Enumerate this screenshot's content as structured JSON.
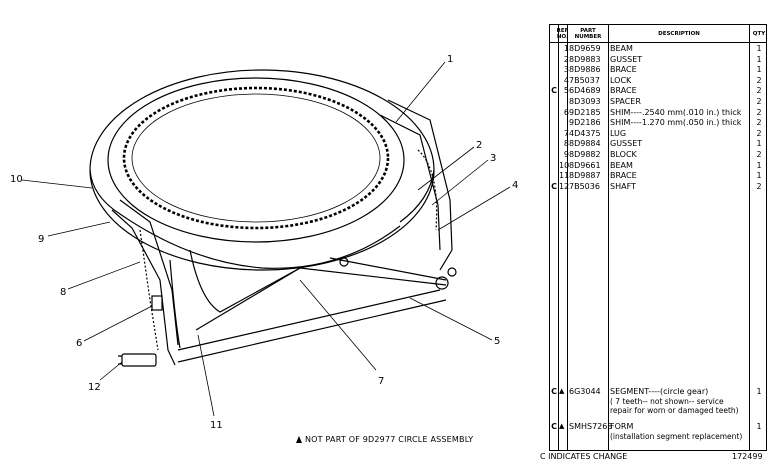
{
  "drawing": {
    "callouts": [
      "1",
      "2",
      "3",
      "4",
      "5",
      "6",
      "7",
      "8",
      "9",
      "10",
      "11",
      "12"
    ],
    "footnote": "NOT PART OF 9D2977 CIRCLE ASSEMBLY"
  },
  "table": {
    "headers": {
      "ref": "REF NO.",
      "part": "PART NUMBER",
      "desc": "DESCRIPTION",
      "qty": "QTY"
    },
    "rows": [
      {
        "code": "",
        "ref": "1",
        "part": "8D9659",
        "desc": "BEAM",
        "qty": "1"
      },
      {
        "code": "",
        "ref": "2",
        "part": "8D9883",
        "desc": "GUSSET",
        "qty": "1"
      },
      {
        "code": "",
        "ref": "3",
        "part": "8D9886",
        "desc": "BRACE",
        "qty": "1"
      },
      {
        "code": "",
        "ref": "4",
        "part": "7B5037",
        "desc": "LOCK",
        "qty": "2"
      },
      {
        "code": "C",
        "ref": "5",
        "part": "6D4689",
        "desc": "BRACE",
        "qty": "2"
      },
      {
        "code": "",
        "ref": "",
        "part": "8D3093",
        "desc": "SPACER",
        "qty": "2"
      },
      {
        "code": "",
        "ref": "6",
        "part": "9D2185",
        "desc": "SHIM----.2540 mm(.010 in.) thick",
        "qty": "2"
      },
      {
        "code": "",
        "ref": "",
        "part": "9D2186",
        "desc": "SHIM----1.270 mm(.050 in.) thick",
        "qty": "2"
      },
      {
        "code": "",
        "ref": "7",
        "part": "4D4375",
        "desc": "LUG",
        "qty": "2"
      },
      {
        "code": "",
        "ref": "8",
        "part": "8D9884",
        "desc": "GUSSET",
        "qty": "1"
      },
      {
        "code": "",
        "ref": "9",
        "part": "8D9882",
        "desc": "BLOCK",
        "qty": "2"
      },
      {
        "code": "",
        "ref": "10",
        "part": "8D9661",
        "desc": "BEAM",
        "qty": "1"
      },
      {
        "code": "",
        "ref": "11",
        "part": "8D9887",
        "desc": "BRACE",
        "qty": "1"
      },
      {
        "code": "C",
        "ref": "12",
        "part": "7B5036",
        "desc": "SHAFT",
        "qty": "2"
      }
    ],
    "segment": {
      "code": "C",
      "part": "6G3044",
      "desc": "SEGMENT----(circle gear)",
      "line2": "( 7 teeth-- not shown-- service",
      "line3": "repair for worn or damaged teeth)",
      "qty": "1"
    },
    "form": {
      "code": "C",
      "part": "SMHS7268",
      "desc": "FORM",
      "line2": "(installation segment replacement)",
      "qty": "1"
    }
  },
  "legend": "C INDICATES CHANGE",
  "sheet_number": "172499"
}
